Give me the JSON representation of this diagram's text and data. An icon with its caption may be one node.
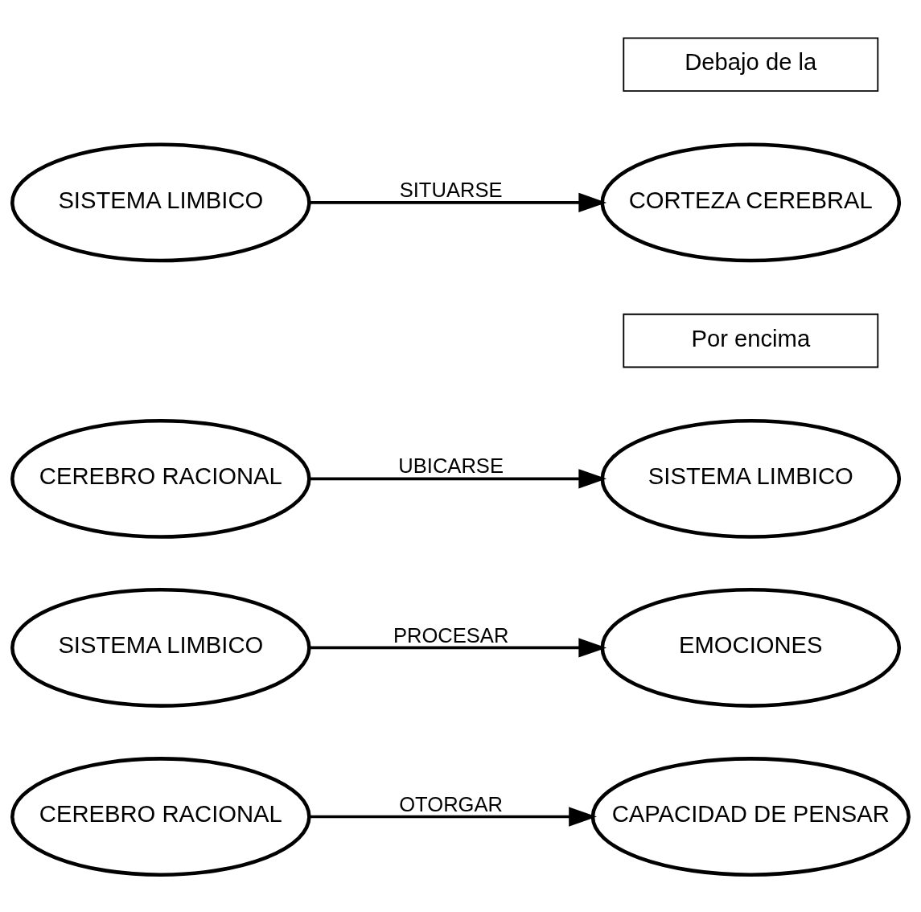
{
  "diagram": {
    "nodes": [
      {
        "text": [
          "SISTEMA LIMBICO"
        ]
      },
      {
        "text": [
          "Debajo de la"
        ]
      },
      {
        "text": [
          "CORTEZA CEREBRAL"
        ]
      },
      {
        "text": [
          "CEREBRO RACIONAL"
        ]
      },
      {
        "text": [
          "Por encima"
        ]
      },
      {
        "text": [
          "SISTEMA LIMBICO"
        ]
      },
      {
        "text": [
          "SISTEMA LIMBICO"
        ]
      },
      {
        "text": [
          "EMOCIONES"
        ]
      },
      {
        "text": [
          "CEREBRO RACIONAL"
        ]
      },
      {
        "text": [
          "CAPACIDAD DE PENSAR"
        ]
      }
    ],
    "edges": [
      {
        "from": 0,
        "to": 2,
        "arrow": "to",
        "label": "SITUARSE"
      },
      {
        "from": 3,
        "to": 5,
        "arrow": "to",
        "label": "UBICARSE"
      },
      {
        "from": 6,
        "to": 7,
        "arrow": "to",
        "label": "PROCESAR"
      },
      {
        "from": 8,
        "to": 9,
        "arrow": "to",
        "label": "OTORGAR"
      }
    ]
  }
}
